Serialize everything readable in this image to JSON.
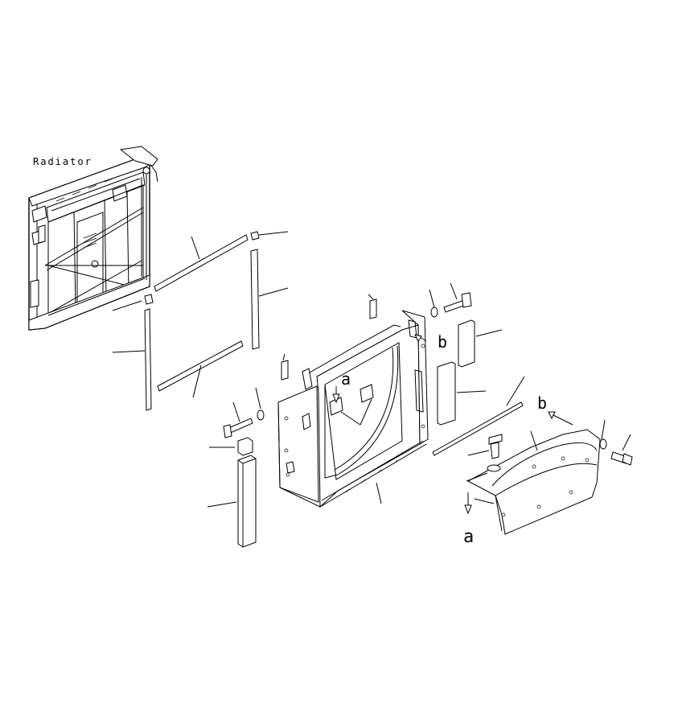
{
  "diagram": {
    "title": "Radiator",
    "markers": {
      "a_upper": "a",
      "b_upper": "b",
      "b_lower": "b",
      "a_lower": "a"
    }
  }
}
